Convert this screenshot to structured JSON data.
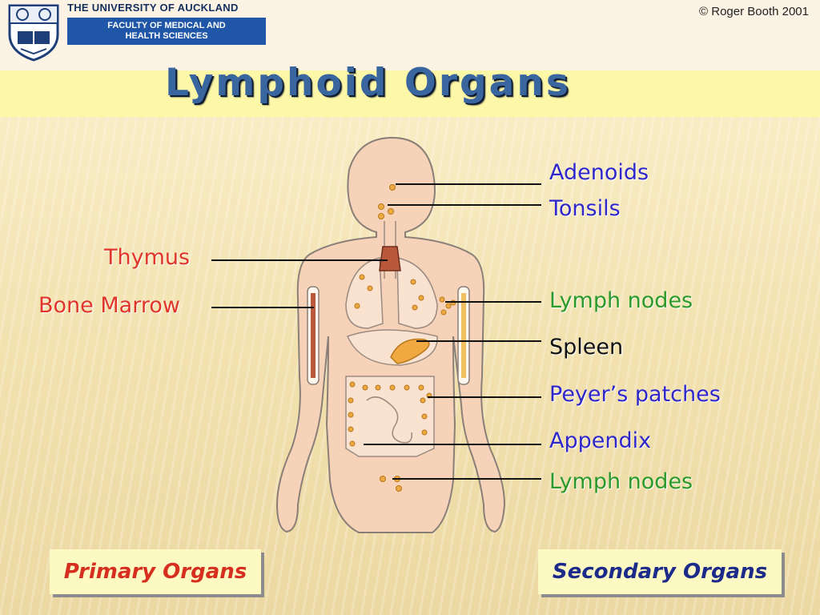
{
  "header": {
    "university": "THE UNIVERSITY OF AUCKLAND",
    "faculty_line1": "FACULTY OF MEDICAL AND",
    "faculty_line2": "HEALTH SCIENCES",
    "copyright": "© Roger Booth 2001"
  },
  "title": "Lymphoid Organs",
  "labels": {
    "adenoids": "Adenoids",
    "tonsils": "Tonsils",
    "thymus": "Thymus",
    "bone_marrow": "Bone Marrow",
    "lymph_nodes_upper": "Lymph nodes",
    "spleen": "Spleen",
    "peyers_patches": "Peyer’s patches",
    "appendix": "Appendix",
    "lymph_nodes_lower": "Lymph nodes"
  },
  "legend": {
    "primary": "Primary Organs",
    "secondary": "Secondary Organs"
  },
  "colors": {
    "primary": "#e0352a",
    "secondary_blue": "#2f27c9",
    "secondary_green": "#2b9a2b",
    "title": "#3a66a0",
    "lymph_node": "#f0a940",
    "body": "#f6d3b8"
  }
}
